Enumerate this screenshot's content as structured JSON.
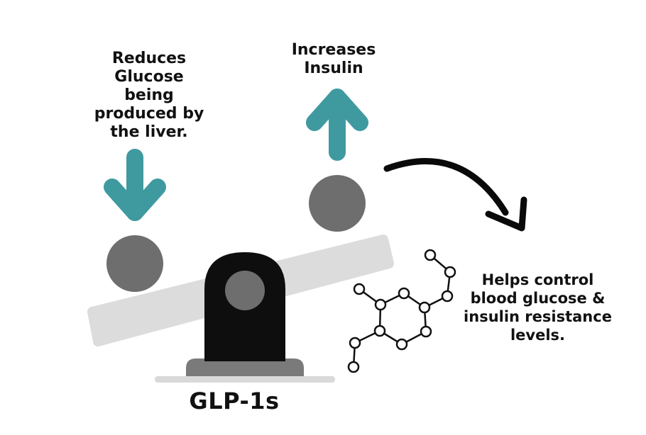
{
  "labels": {
    "left_effect": [
      "Reduces",
      "Glucose",
      "being",
      "produced by",
      "the liver."
    ],
    "top_effect": [
      "Increases",
      "Insulin"
    ],
    "right_effect": [
      "Helps control",
      "blood glucose &",
      "insulin resistance",
      "levels."
    ],
    "title": "GLP-1s"
  },
  "colors": {
    "arrow_teal": "#3f9aa0",
    "ball_gray": "#6e6e6e",
    "plank_gray": "#dcdcdc",
    "fulcrum_black": "#0e0e0e",
    "base_gray": "#7a7a7a",
    "text": "#111111"
  },
  "icons": {
    "down_arrow": "arrow-down-icon",
    "up_arrow": "arrow-up-icon",
    "curved_arrow": "curved-arrow-icon",
    "molecule": "molecule-icon",
    "seesaw": "seesaw-scale-icon"
  }
}
